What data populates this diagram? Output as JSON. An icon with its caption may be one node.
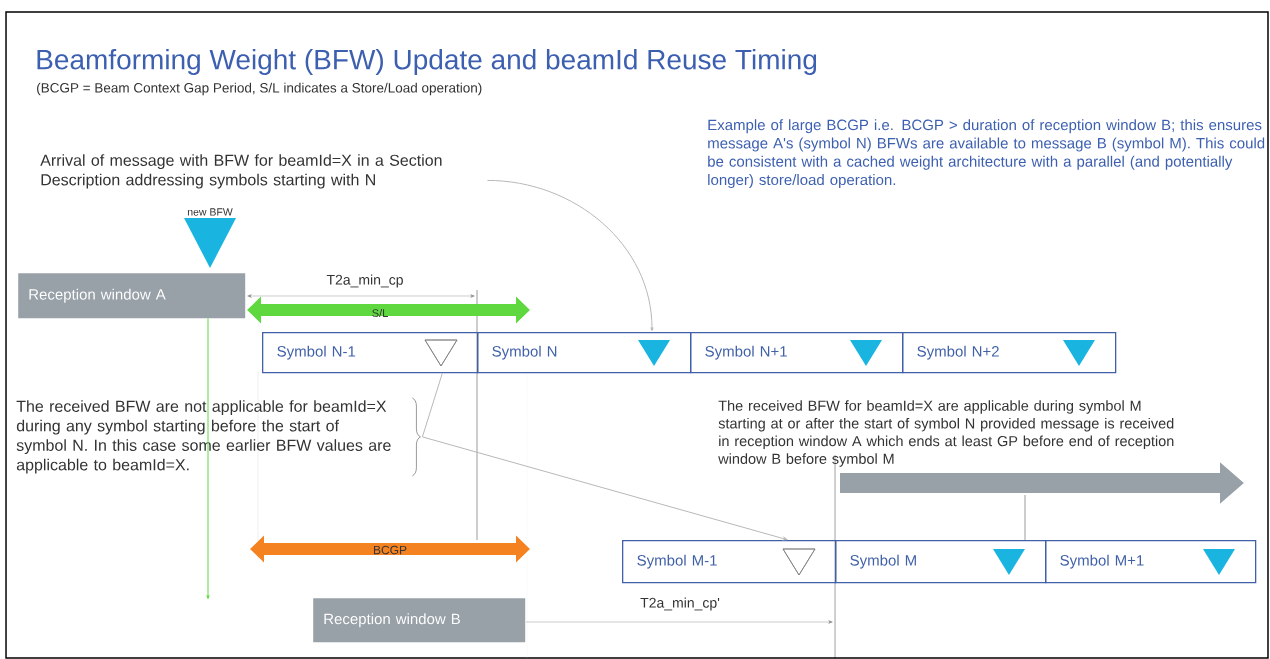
{
  "diagram": {
    "title": "Beamforming Weight (BFW) Update and beamId Reuse Timing",
    "nodes": [
      {
        "text": [
          "Arrival of message with BFW for beamId=X in a Section Description addressing symbols starting with N"
        ]
      },
      {
        "text": [
          "Reception window A"
        ]
      },
      {
        "text": [
          "Symbol N-1"
        ]
      },
      {
        "text": [
          "Symbol N"
        ]
      },
      {
        "text": [
          "Symbol N+1"
        ]
      },
      {
        "text": [
          "Symbol N+2"
        ]
      },
      {
        "text": [
          "The received BFW are not applicable for beamId=X during any symbol starting before the start of symbol N. In this case some earlier BFW values are applicable to beamId=X."
        ]
      },
      {
        "text": [
          "The received BFW for beamId=X are applicable during symbol M starting at or after the start of symbol N provided message is received in reception window A which ends at least GP before end of reception window B before symbol M"
        ]
      },
      {
        "text": [
          "Symbol M-1"
        ]
      },
      {
        "text": [
          "Symbol M"
        ]
      },
      {
        "text": [
          "Symbol M+1"
        ]
      },
      {
        "text": [
          "Reception window B"
        ]
      }
    ],
    "edges": [
      {
        "from": 0,
        "to": 3,
        "arrow": "to"
      },
      {
        "from": 6,
        "to": 2,
        "arrow": "none"
      },
      {
        "from": 6,
        "to": 8,
        "arrow": "to"
      },
      {
        "from": 1,
        "to": null,
        "arrow": "to",
        "color": "#5fd840"
      }
    ],
    "labels": [
      "(BCGP = Beam Context Gap Period, S/L indicates a Store/Load operation)",
      "new BFW",
      "T2a_min_cp",
      "S/L",
      "BCGP",
      "T2a_min_cp'",
      "Example of large BCGP i.e. BCGP > duration of reception window B; this ensures message A's (symbol N) BFWs are available to message B (symbol M).  This could be consistent with a cached weight architecture with a parallel (and potentially longer) store/load operation."
    ]
  }
}
